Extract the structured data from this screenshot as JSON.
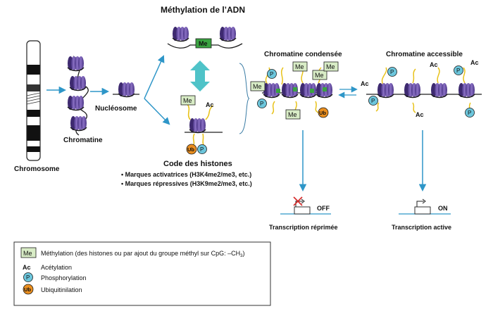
{
  "labels": {
    "chromosome": "Chromosome",
    "chromatin": "Chromatine",
    "nucleosome": "Nucléosome",
    "dna_methylation": "Méthylation de l’ADN",
    "histone_code": "Code des histones",
    "activating_marks": "• Marques activatrices (H3K4me2/me3, etc.)",
    "repressive_marks": "• Marques répressives (H3K9me2/me3, etc.)",
    "condensed_chromatin": "Chromatine condensée",
    "accessible_chromatin": "Chromatine accessible",
    "off": "OFF",
    "on": "ON",
    "repressed_transcription": "Transcription réprimée",
    "active_transcription": "Transcription active"
  },
  "marks": {
    "me": "Me",
    "ac": "Ac",
    "p": "P",
    "ub": "Ub"
  },
  "legend": {
    "methylation_text": "Méthylation (des histones ou par ajout du groupe méthyl sur CpG: –CH",
    "methylation_subscript": "3",
    "methylation_close": ")",
    "acetylation": "Acétylation",
    "phosphorylation": "Phosphorylation",
    "ubiquitination": "Ubiquitinilation"
  },
  "colors": {
    "histone": "#6d52a8",
    "histone_dark": "#3e2a70",
    "arrow": "#2e96c8",
    "me_box": "#d8ecc6",
    "me_box_dna": "#3aa341",
    "phospho": "#6cc6dc",
    "ubiquitin": "#eb8f1f",
    "tail": "#e8c21a",
    "double_arrow": "#4fc3c8",
    "red_cross": "#d62a2a"
  }
}
